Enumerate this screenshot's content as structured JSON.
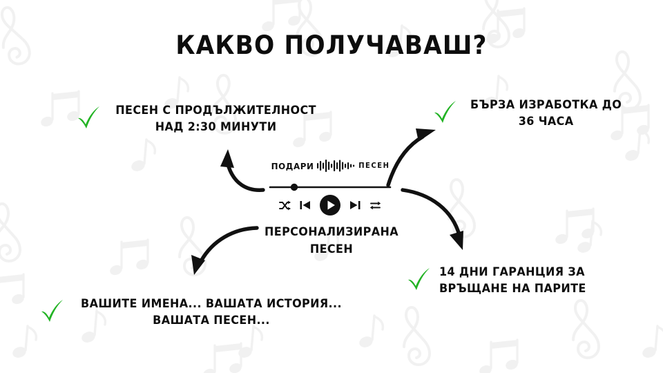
{
  "page": {
    "title": "КАКВО ПОЛУЧАВАШ?",
    "background_color": "#ffffff",
    "text_color": "#0d0d0d",
    "accent_color": "#22b324",
    "watermark_color": "#f1f1f1"
  },
  "benefits": [
    {
      "id": "duration",
      "icon": "green-check-icon",
      "line1": "ПЕСЕН С ПРОДЪЛЖИТЕЛНОСТ",
      "line2": "НАД 2:30 МИНУТИ"
    },
    {
      "id": "fast",
      "icon": "green-check-icon",
      "line1": "БЪРЗА ИЗРАБОТКА ДО",
      "line2": "36 ЧАСА"
    },
    {
      "id": "guarantee",
      "icon": "green-check-icon",
      "line1": "14 ДНИ ГАРАНЦИЯ ЗА",
      "line2": "ВРЪЩАНЕ НА ПАРИТЕ"
    },
    {
      "id": "personal",
      "icon": "green-check-icon",
      "line1": "ВАШИТЕ ИМЕНА... ВАШАТА ИСТОРИЯ...",
      "line2": "ВАШАТА ПЕСЕН..."
    }
  ],
  "player": {
    "brand_left": "ПОДАРИ",
    "brand_right": "ПЕСЕН",
    "brand_mark": "waveform-icon",
    "progress_percent": 20,
    "controls": [
      {
        "id": "shuffle",
        "icon": "shuffle-icon"
      },
      {
        "id": "previous",
        "icon": "previous-track-icon"
      },
      {
        "id": "play",
        "icon": "play-icon"
      },
      {
        "id": "next",
        "icon": "next-track-icon"
      },
      {
        "id": "repeat",
        "icon": "repeat-icon"
      }
    ],
    "caption_line1": "ПЕРСОНАЛИЗИРАНА",
    "caption_line2": "ПЕСЕН"
  },
  "arrows": [
    {
      "id": "to-duration",
      "direction": "up-left"
    },
    {
      "id": "to-fast",
      "direction": "up-right"
    },
    {
      "id": "to-personal",
      "direction": "down-left"
    },
    {
      "id": "to-guarantee",
      "direction": "down-right"
    }
  ]
}
